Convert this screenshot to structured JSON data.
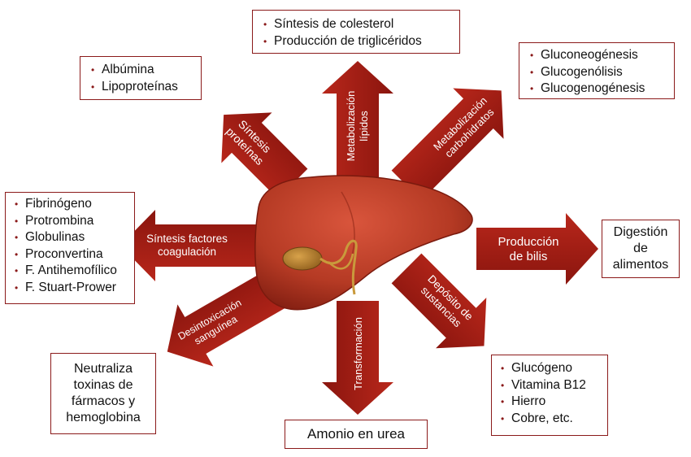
{
  "arrows": {
    "lipids": [
      "Metabolización",
      "lípidos"
    ],
    "carbs": [
      "Metabolización",
      "carbohidratos"
    ],
    "proteins": [
      "Síntesis",
      "proteínas"
    ],
    "bile": [
      "Producción",
      "de bilis"
    ],
    "coagulation": [
      "Síntesis factores",
      "coagulación"
    ],
    "deposit": [
      "Depósito de",
      "sustancias"
    ],
    "detox": [
      "Desintoxicación",
      "sanguínea"
    ],
    "transformation": [
      "Transformación"
    ]
  },
  "boxes": {
    "lipids": [
      "Síntesis de colesterol",
      "Producción de triglicéridos"
    ],
    "carbs": [
      "Gluconeogénesis",
      "Glucogenólisis",
      "Glucogenogénesis"
    ],
    "proteins": [
      "Albúmina",
      "Lipoproteínas"
    ],
    "coagulation": [
      "Fibrinógeno",
      "Protrombina",
      "Globulinas",
      "Proconvertina",
      "F. Antihemofílico",
      "F. Stuart-Prower"
    ],
    "deposit": [
      "Glucógeno",
      "Vitamina B12",
      "Hierro",
      "Cobre, etc."
    ],
    "digestion": [
      "Digestión",
      "de",
      "alimentos"
    ],
    "detox": [
      "Neutraliza",
      "toxinas de",
      "fármacos y",
      "hemoglobina"
    ],
    "urea": [
      "Amonio en urea"
    ]
  },
  "colors": {
    "arrow": "#a51d14",
    "arrow_dark": "#7a120c",
    "liver": "#b8321f",
    "border": "#8b1a1a"
  }
}
